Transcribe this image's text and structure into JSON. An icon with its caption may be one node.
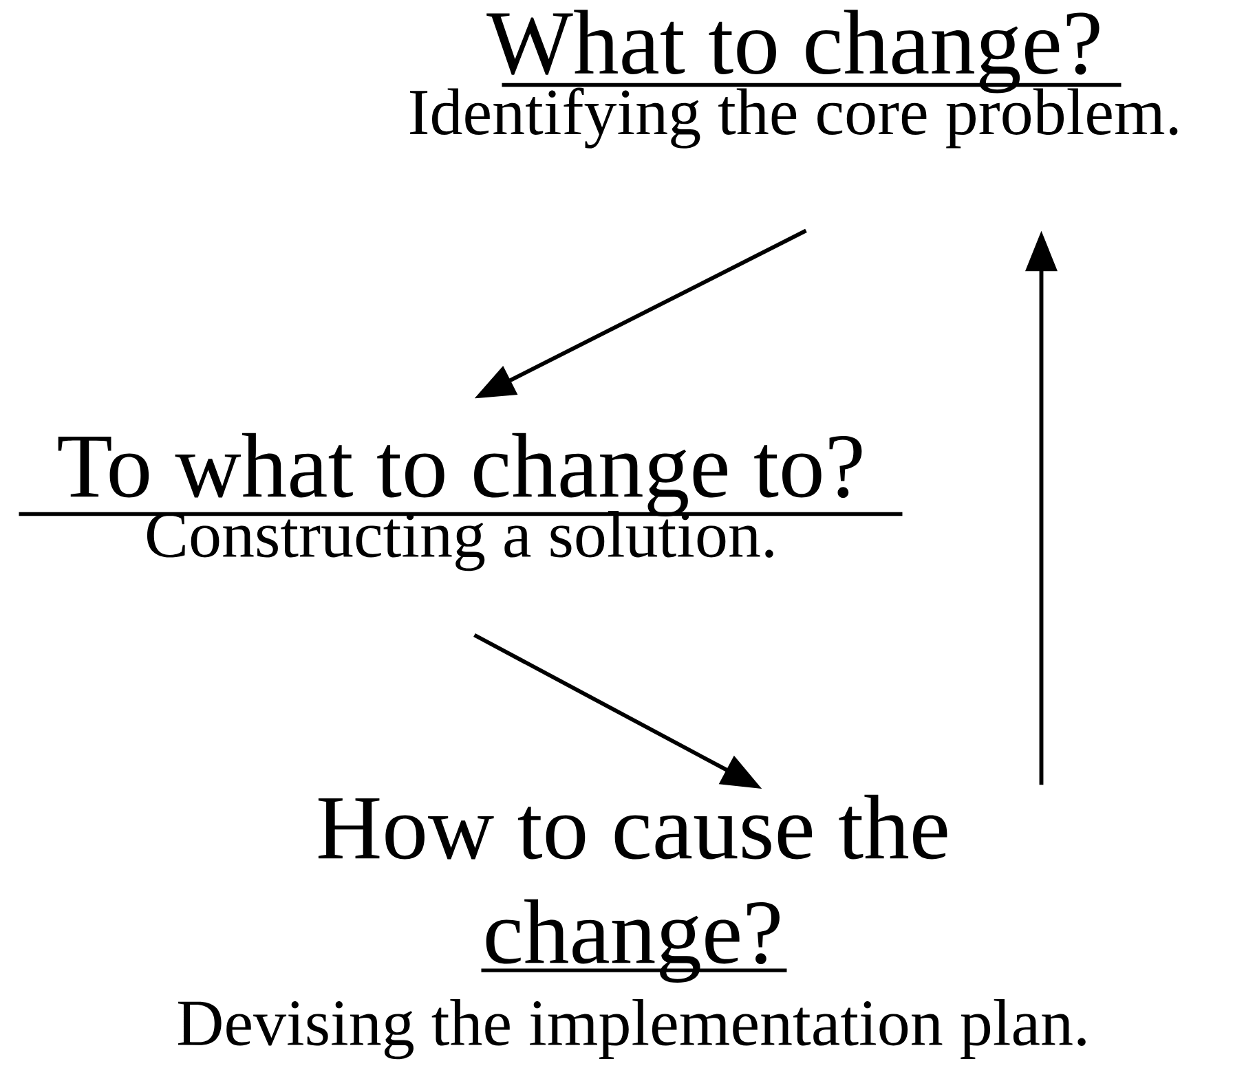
{
  "diagram": {
    "nodes": [
      {
        "text": [
          "What to change?",
          "Identifying the core problem."
        ]
      },
      {
        "text": [
          "To what to change to?",
          "Constructing a solution."
        ]
      },
      {
        "text": [
          "How to cause the change?",
          "Devising the implementation plan."
        ]
      }
    ],
    "edges": [
      {
        "from": 0,
        "to": 1,
        "arrow": "to"
      },
      {
        "from": 1,
        "to": 2,
        "arrow": "to"
      },
      {
        "from": 2,
        "to": 0,
        "arrow": "to"
      }
    ]
  }
}
